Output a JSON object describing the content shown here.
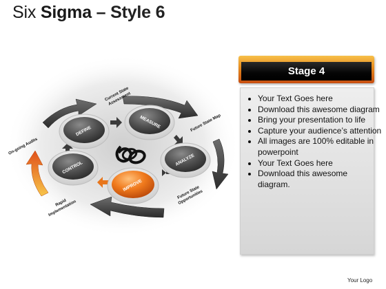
{
  "title": {
    "part1": "Six ",
    "part2": "Sigma",
    "part3": " – Style 6"
  },
  "cycle": {
    "nodes": [
      "DEFINE",
      "MEASURE",
      "ANALYZE",
      "IMPROVE",
      "CONTROL"
    ],
    "active_node": "IMPROVE",
    "labels": {
      "current_state": [
        "Current State",
        "Assessment"
      ],
      "future_state_map": "Future State Map",
      "future_state_opportunities": [
        "Future State",
        "Opportunities"
      ],
      "rapid_implementation": [
        "Rapid",
        "Implementation"
      ],
      "ongoing_audits": "On-going Audits"
    }
  },
  "stage": {
    "title": "Stage 4",
    "bullets": [
      "Your Text Goes here",
      "Download this awesome diagram",
      "Bring your presentation to life",
      "Capture your audience’s attention",
      "All images are 100% editable in powerpoint",
      "Your Text Goes here",
      "Download this awesome diagram."
    ]
  },
  "footer": {
    "logo_text": "Your Logo"
  },
  "colors": {
    "accent_orange": "#e8761c",
    "node_dark": "#5a5a5a",
    "arrow_dark": "#3c3c3c"
  }
}
